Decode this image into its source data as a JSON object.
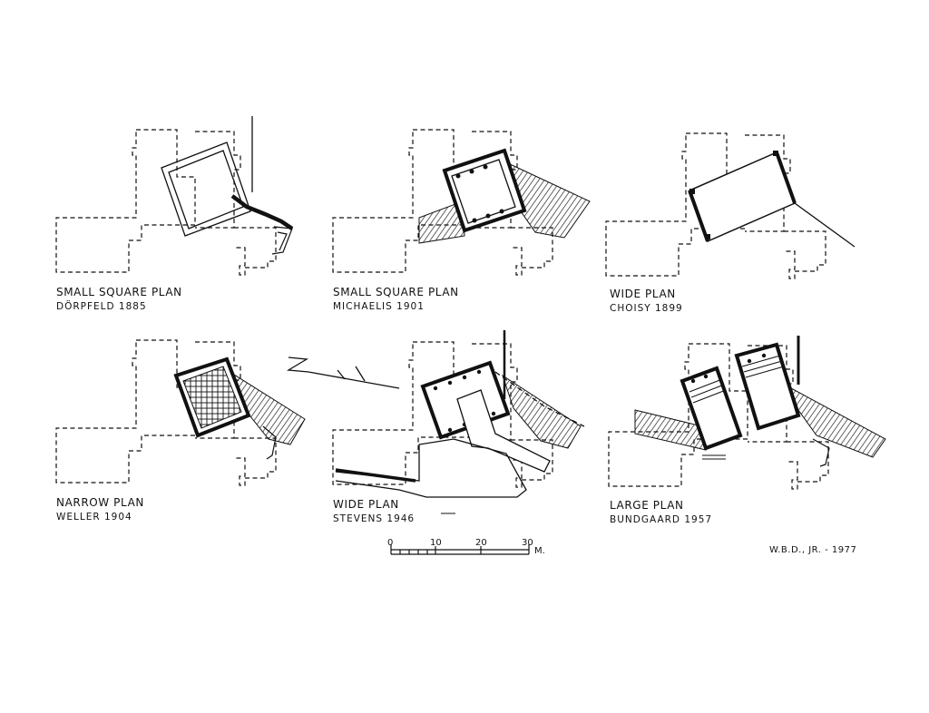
{
  "plans": [
    {
      "title": "SMALL SQUARE PLAN",
      "author": "DÖRPFELD 1885"
    },
    {
      "title": "SMALL SQUARE PLAN",
      "author": "MICHAELIS 1901"
    },
    {
      "title": "WIDE PLAN",
      "author": "CHOISY 1899"
    },
    {
      "title": "NARROW PLAN",
      "author": "WELLER 1904"
    },
    {
      "title": "WIDE PLAN",
      "author": "STEVENS 1946"
    },
    {
      "title": "LARGE PLAN",
      "author": "BUNDGAARD 1957"
    }
  ],
  "scale": {
    "ticks": [
      "0",
      "10",
      "20",
      "30"
    ],
    "unit": "M."
  },
  "credit": "W.B.D., JR. - 1977",
  "colors": {
    "ink": "#111111",
    "paper": "#ffffff"
  }
}
